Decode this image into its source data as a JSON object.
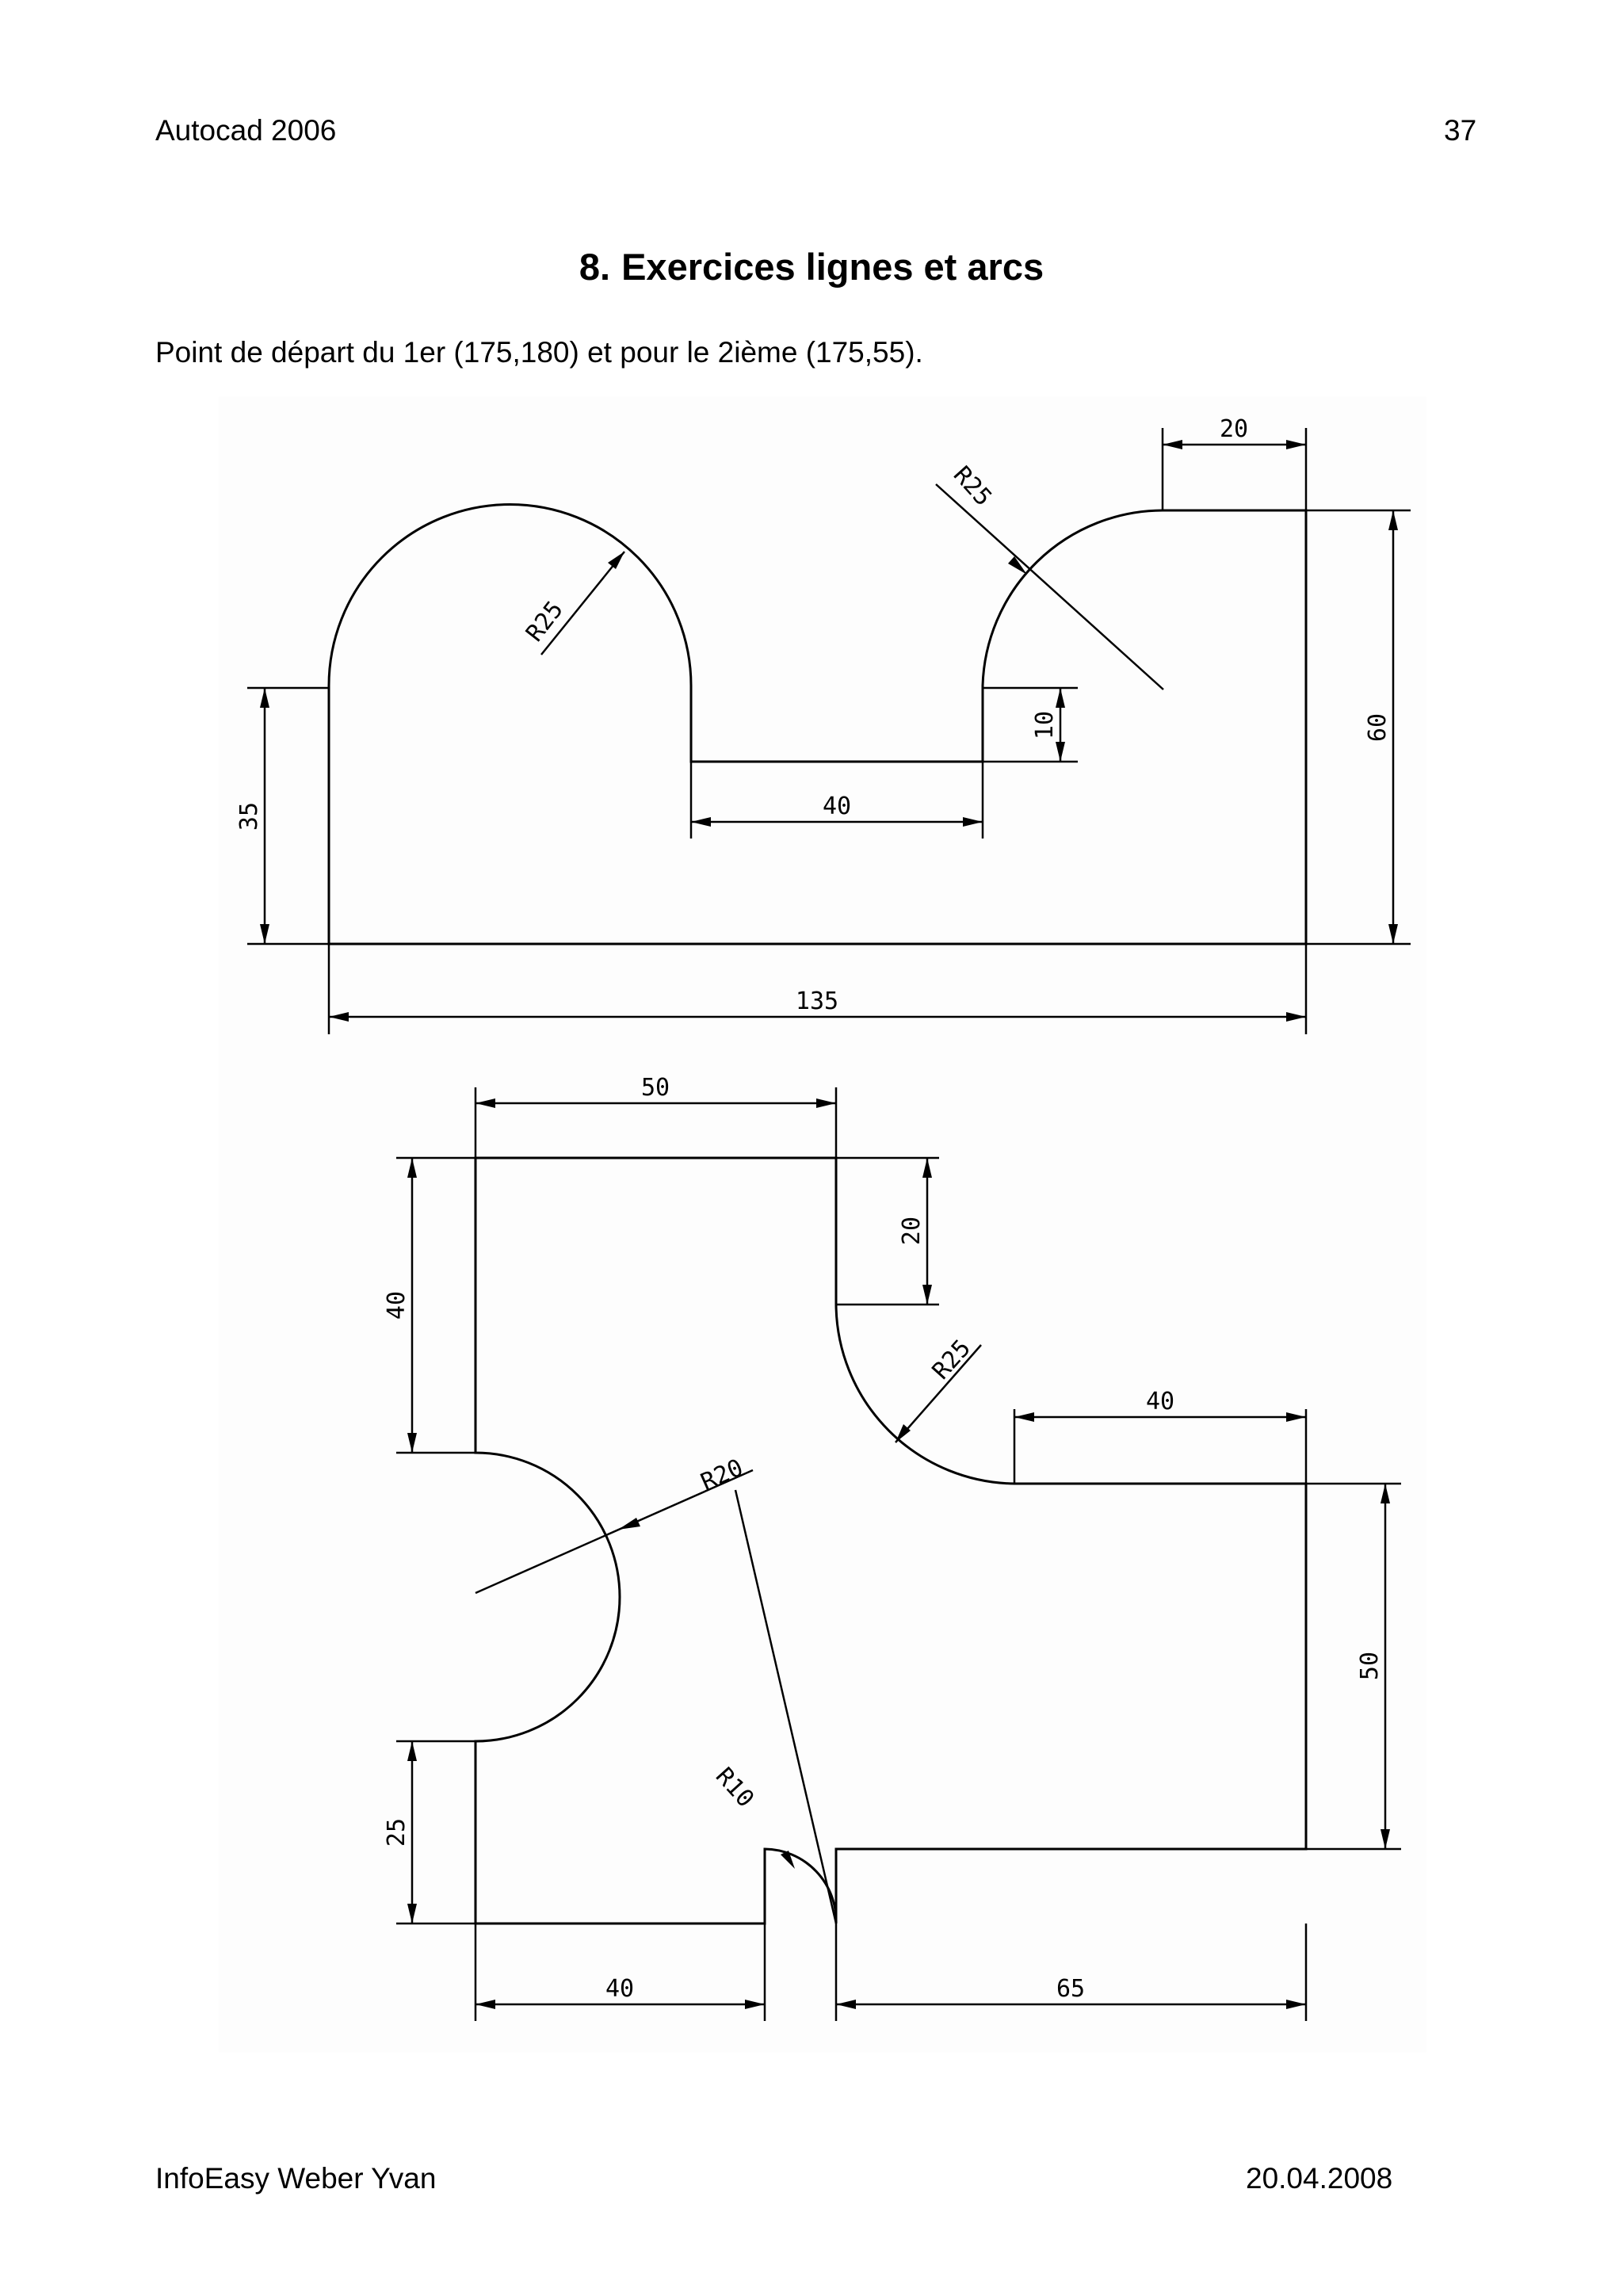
{
  "header": {
    "left": "Autocad 2006",
    "page_number": "37"
  },
  "title": {
    "number": "8.",
    "text": "Exercices lignes et arcs"
  },
  "intro": "Point de départ du 1er (175,180) et pour le 2ième (175,55).",
  "drawing1": {
    "dims": {
      "top_width": "20",
      "radius_right": "R25",
      "radius_left": "R25",
      "height_right": "60",
      "notch_depth": "10",
      "notch_width": "40",
      "height_left": "35",
      "total_width": "135"
    }
  },
  "drawing2": {
    "dims": {
      "top_width": "50",
      "height_left_top": "40",
      "notch_top": "20",
      "radius_inner": "R25",
      "right_top_width": "40",
      "radius_left": "R20",
      "height_right": "50",
      "height_left_bottom": "25",
      "radius_small": "R10",
      "bottom_left_width": "40",
      "bottom_right_width": "65"
    }
  },
  "footer": {
    "left": "InfoEasy Weber Yvan",
    "right": "20.04.2008"
  }
}
